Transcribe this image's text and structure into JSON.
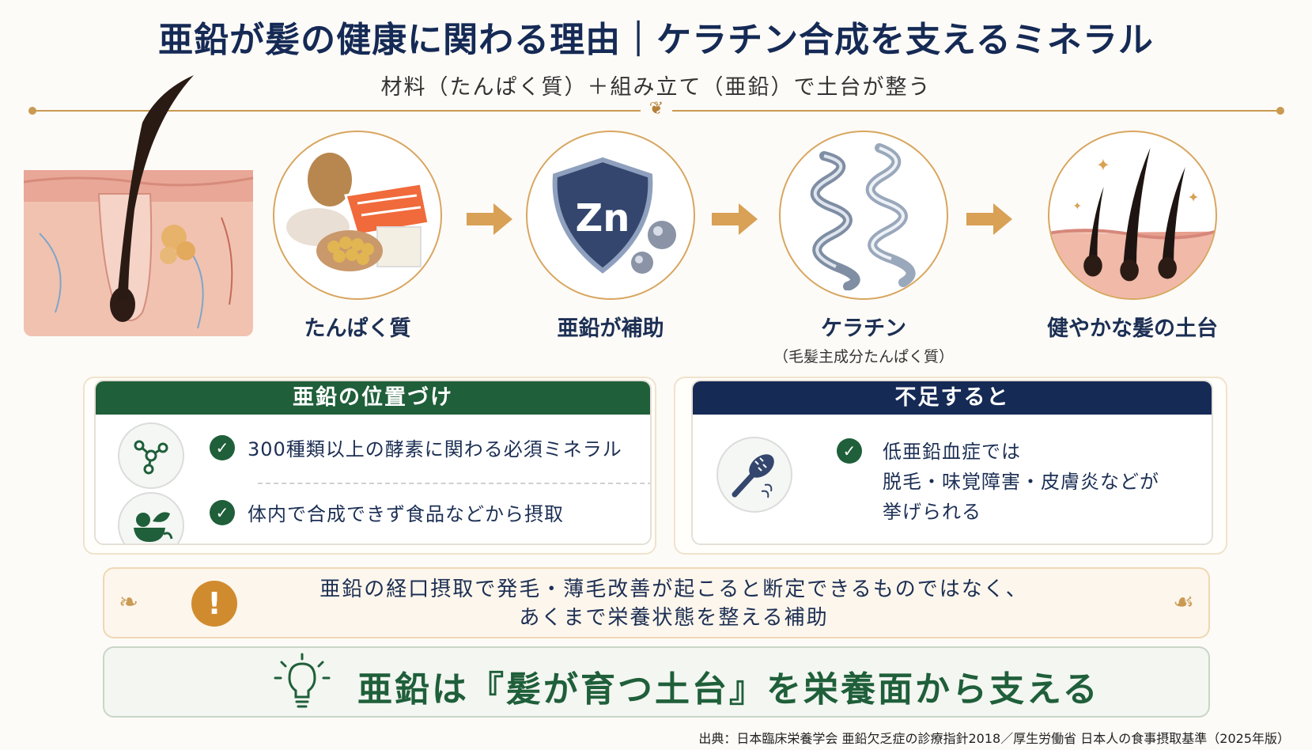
{
  "header": {
    "title": "亜鉛が髪の健康に関わる理由｜ケラチン合成を支えるミネラル",
    "subtitle": "材料（たんぱく質）＋組み立て（亜鉛）で土台が整う"
  },
  "steps": [
    {
      "label": "たんぱく質",
      "sub": ""
    },
    {
      "label": "亜鉛が補助",
      "sub": "",
      "icon_text": "Zn"
    },
    {
      "label": "ケラチン",
      "sub": "（毛髪主成分たんぱく質）"
    },
    {
      "label": "健やかな髪の土台",
      "sub": ""
    }
  ],
  "panel_left": {
    "heading": "亜鉛の位置づけ",
    "items": [
      "300種類以上の酵素に関わる必須ミネラル",
      "体内で合成できず食品などから摂取"
    ]
  },
  "panel_right": {
    "heading": "不足すると",
    "text_lines": [
      "低亜鉛血症では",
      "脱毛・味覚障害・皮膚炎などが",
      "挙げられる"
    ]
  },
  "warning": {
    "lines": [
      "亜鉛の経口摂取で発毛・薄毛改善が起こると断定できるものではなく、",
      "あくまで栄養状態を整える補助"
    ]
  },
  "summary": {
    "text": "亜鉛は『髪が育つ土台』を栄養面から支える"
  },
  "source": "出典：日本臨床栄養学会 亜鉛欠乏症の診療指針2018／厚生労働省 日本人の食事摂取基準（2025年版）",
  "colors": {
    "navy": "#152a55",
    "green": "#1f5f3a",
    "gold": "#c99a52",
    "warning": "#d18b2f"
  },
  "icons": [
    "hair-follicle-illustration",
    "food-icon",
    "zinc-shield-icon",
    "keratin-helix-icon",
    "healthy-hair-icon",
    "molecule-icon",
    "vegetable-bowl-icon",
    "hair-brush-icon",
    "check-icon",
    "exclamation-icon",
    "lightbulb-icon"
  ]
}
